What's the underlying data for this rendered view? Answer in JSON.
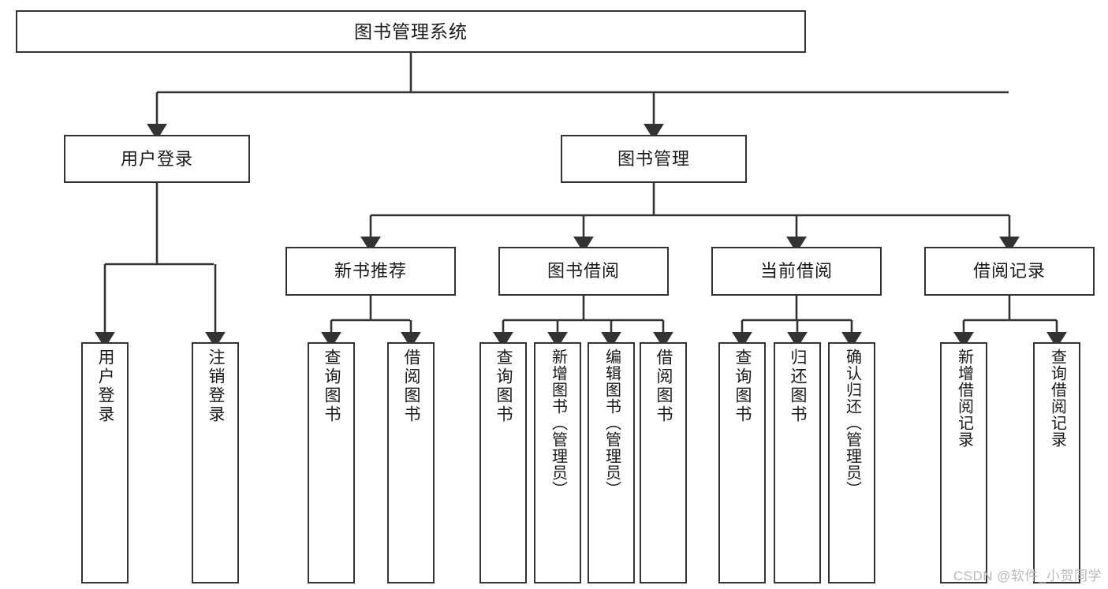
{
  "diagram": {
    "title": "图书管理系统",
    "type": "tree-hierarchy",
    "root": {
      "id": "root",
      "label": "图书管理系统"
    },
    "level1": [
      {
        "id": "login",
        "label": "用户登录"
      },
      {
        "id": "bookmgr",
        "label": "图书管理"
      }
    ],
    "level2": [
      {
        "id": "newbook",
        "label": "新书推荐"
      },
      {
        "id": "borrow",
        "label": "图书借阅"
      },
      {
        "id": "current",
        "label": "当前借阅"
      },
      {
        "id": "record",
        "label": "借阅记录"
      }
    ],
    "leaves": {
      "login": [
        {
          "label": "用户登录"
        },
        {
          "label": "注销登录"
        }
      ],
      "newbook": [
        {
          "label": "查询图书"
        },
        {
          "label": "借阅图书"
        }
      ],
      "borrow": [
        {
          "label": "查询图书"
        },
        {
          "label": "新增图书（管理员）"
        },
        {
          "label": "编辑图书（管理员）"
        },
        {
          "label": "借阅图书"
        }
      ],
      "current": [
        {
          "label": "查询图书"
        },
        {
          "label": "归还图书"
        },
        {
          "label": "确认归还（管理员）"
        }
      ],
      "record": [
        {
          "label": "新增借阅记录"
        },
        {
          "label": "查询借阅记录"
        }
      ]
    }
  },
  "watermark": {
    "text": "CSDN @软件_小贺同学"
  },
  "colors": {
    "stroke": "#333333",
    "background": "#ffffff",
    "text": "#1a1a1a",
    "watermark": "#b9b9b9"
  }
}
